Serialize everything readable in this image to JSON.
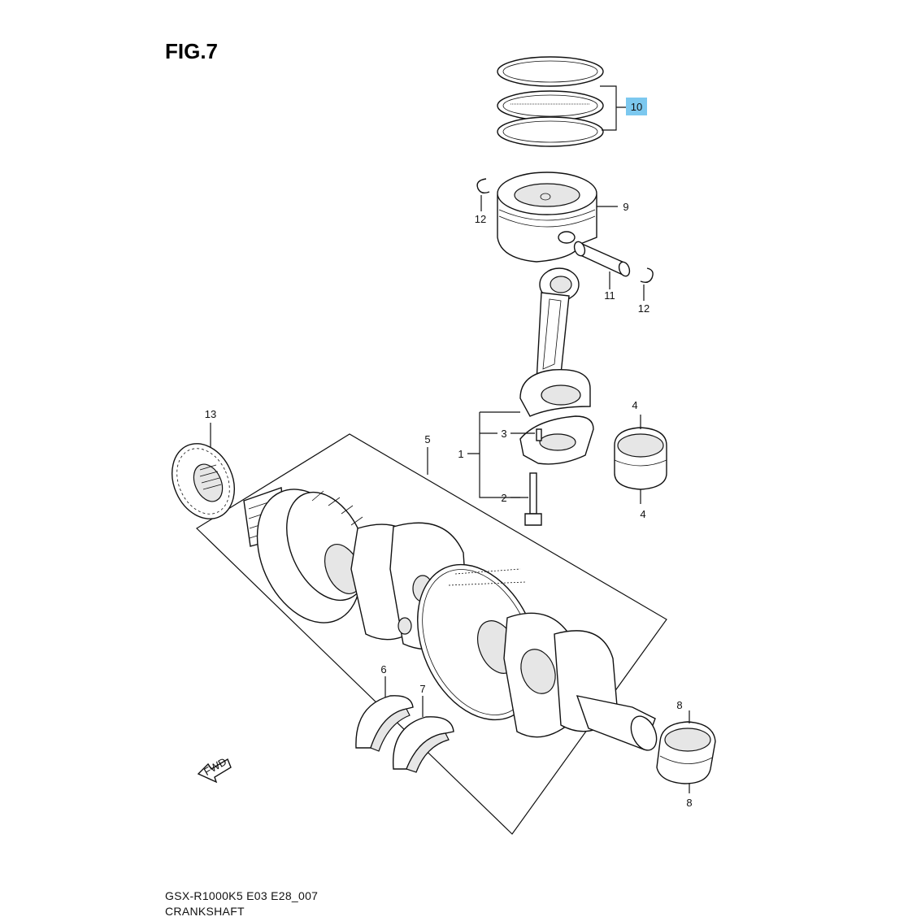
{
  "figure": {
    "title": "FIG.7",
    "code": "GSX-R1000K5 E03 E28_007",
    "name": "CRANKSHAFT",
    "fwd_label": "FWD",
    "highlight_color": "#7cc8ef"
  },
  "callouts": {
    "c1": "1",
    "c2": "2",
    "c3": "3",
    "c4a": "4",
    "c4b": "4",
    "c5": "5",
    "c6": "6",
    "c7": "7",
    "c8a": "8",
    "c8b": "8",
    "c9": "9",
    "c10": "10",
    "c11": "11",
    "c12a": "12",
    "c12b": "12",
    "c13": "13"
  }
}
